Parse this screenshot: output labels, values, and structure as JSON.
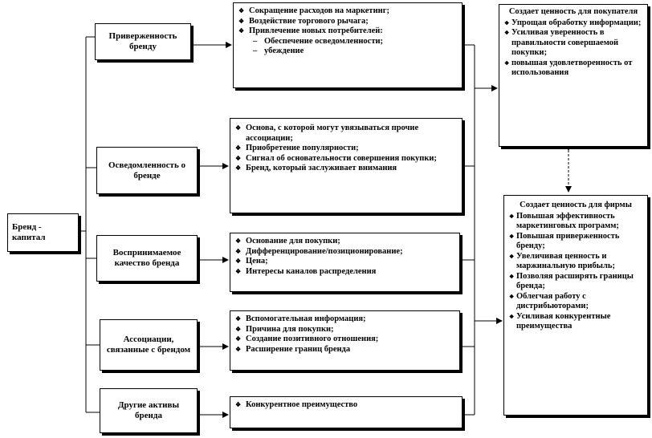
{
  "root": {
    "label": "Бренд - капитал"
  },
  "assets": [
    {
      "id": "loyalty",
      "label": "Приверженность бренду"
    },
    {
      "id": "awareness",
      "label": "Осведомленность о бренде"
    },
    {
      "id": "quality",
      "label": "Воспринимаемое качество бренда"
    },
    {
      "id": "associations",
      "label": "Ассоциации, связанные с брендом"
    },
    {
      "id": "other",
      "label": "Другие активы бренда"
    }
  ],
  "benefits": [
    {
      "id": "loyalty",
      "items": [
        {
          "text": "Сокращение расходов на маркетинг;"
        },
        {
          "text": "Воздействие торгового рычага;"
        },
        {
          "text": "Привлечение новых потребителей:"
        },
        {
          "text": "Обеспечение осведомленности;",
          "sub": true
        },
        {
          "text": "убеждение",
          "sub": true
        }
      ]
    },
    {
      "id": "awareness",
      "items": [
        {
          "text": "Основа, с которой могут увязываться прочие ассоциации;"
        },
        {
          "text": "Приобретение популярности;"
        },
        {
          "text": "Сигнал об основательности совершения покупки;"
        },
        {
          "text": "Бренд, который заслуживает внимания"
        }
      ]
    },
    {
      "id": "quality",
      "items": [
        {
          "text": "Основание для покупки;"
        },
        {
          "text": "Дифференцирование/позиционирование;"
        },
        {
          "text": "Цена;"
        },
        {
          "text": "Интересы каналов распределения"
        }
      ]
    },
    {
      "id": "associations",
      "items": [
        {
          "text": "Вспомогательная информация;"
        },
        {
          "text": "Причина для покупки;"
        },
        {
          "text": "Создание позитивного отношения;"
        },
        {
          "text": "Расширение границ бренда"
        }
      ]
    },
    {
      "id": "other",
      "items": [
        {
          "text": "Конкурентное преимущество"
        }
      ]
    }
  ],
  "customer_value": {
    "title": "Создает ценность для покупателя",
    "items": [
      "Упрощая обработку информации;",
      "Усиливая уверенность в правильности совершаемой покупки;",
      "повышая удовлетворенность от использования"
    ]
  },
  "firm_value": {
    "title": "Создает ценность для фирмы",
    "items": [
      "Повышая эффективность маркетинговых программ;",
      "Повышая приверженность бренду;",
      "Увеличивая ценность и маржинальную прибыль;",
      "Позволяя расширять границы бренда;",
      "Облегчая работу с дистрибьюторами;",
      "Усиливая конкурентные преимущества"
    ]
  }
}
